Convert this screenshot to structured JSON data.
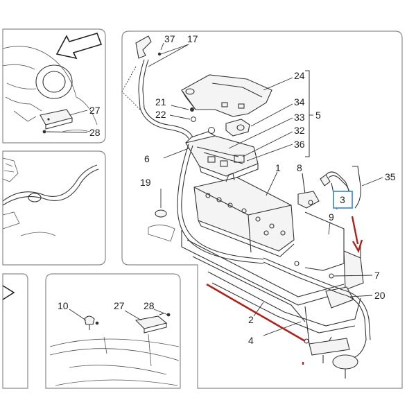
{
  "colors": {
    "callout_box": "#4a8fd8",
    "annotation": "#b0201a",
    "line": "#333333",
    "panel_border": "#8a8a8a"
  },
  "labels": {
    "l37": "37",
    "l17": "17",
    "l24": "24",
    "l21": "21",
    "l22": "22",
    "l34": "34",
    "l33": "33",
    "l5": "5",
    "l32": "32",
    "l36": "36",
    "l6": "6",
    "l1": "1",
    "l8": "8",
    "l35": "35",
    "l19": "19",
    "l3": "3",
    "l9": "9",
    "l7": "7",
    "l20": "20",
    "l2": "2",
    "l4": "4",
    "l27a": "27",
    "l28a": "28",
    "l10": "10",
    "l27b": "27",
    "l28b": "28"
  },
  "icons": {
    "direction_arrow": "arrow-icon",
    "annotation_arrow": "red-arrow-icon"
  }
}
